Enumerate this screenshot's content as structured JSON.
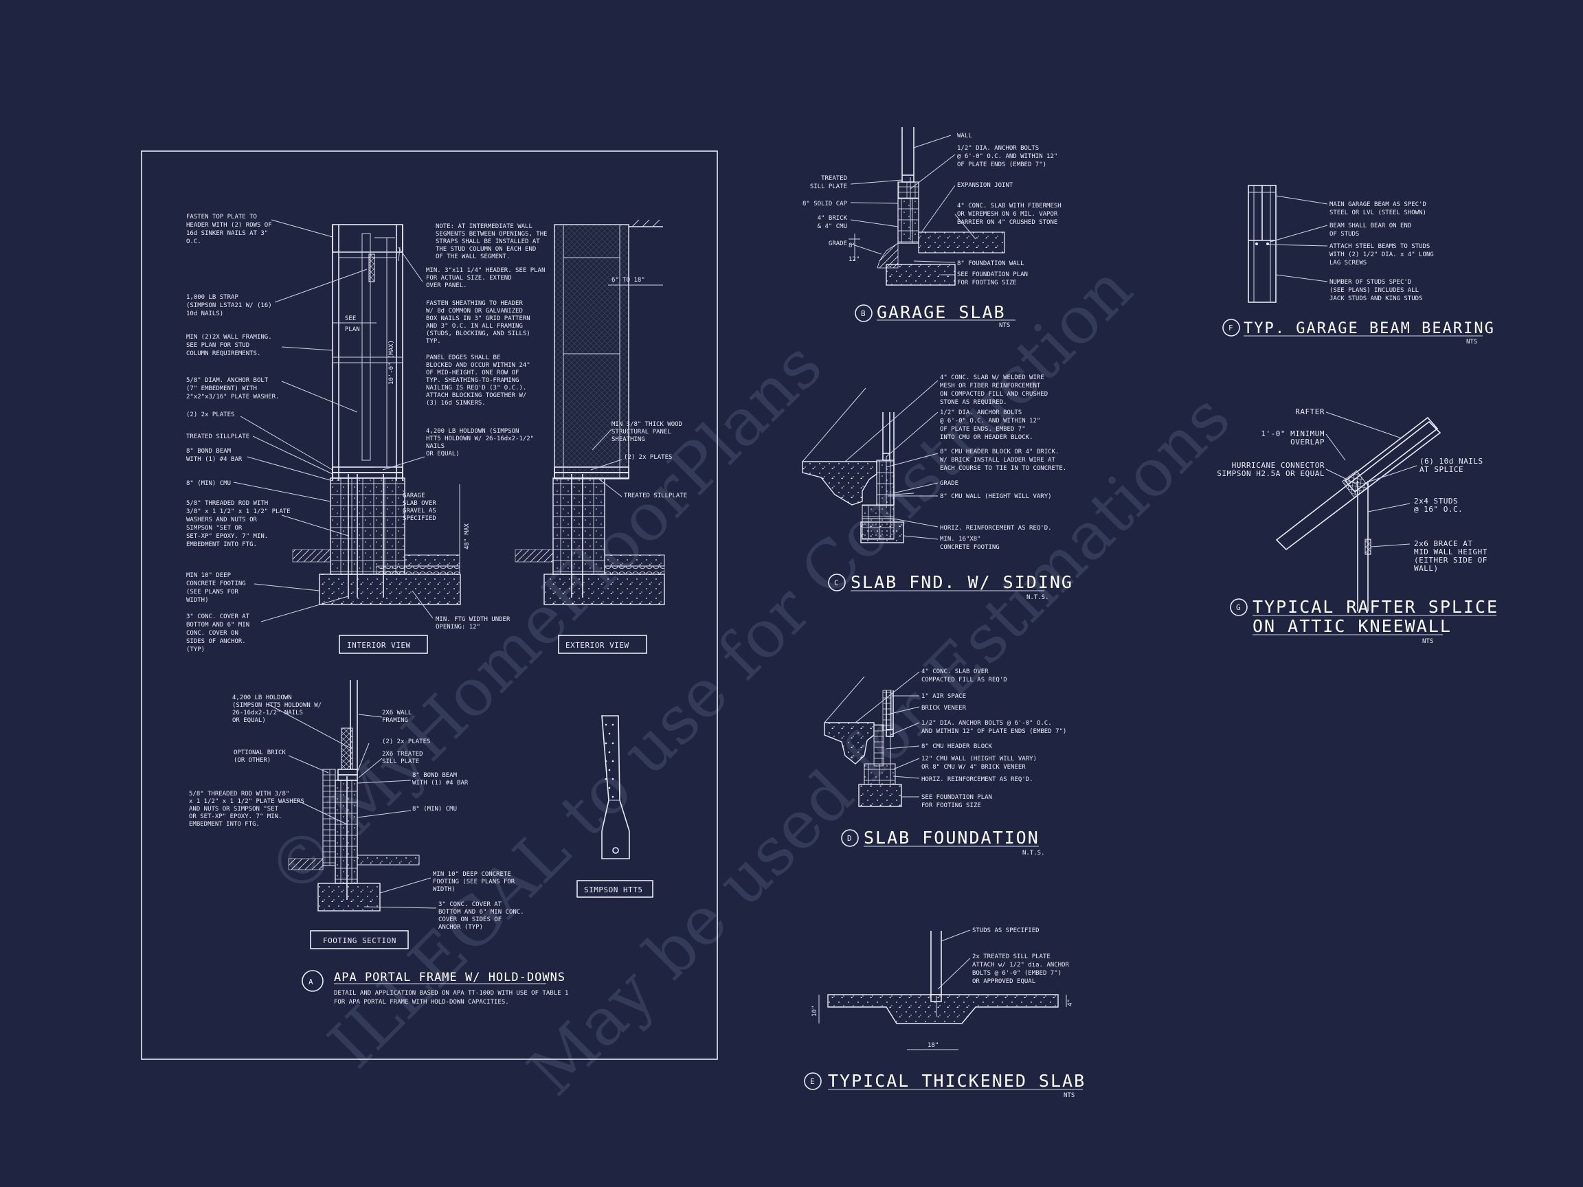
{
  "watermark": {
    "line1": "© MyHomeFloorPlans",
    "line2": "ILLEGAL to use for Construction",
    "line3": "May be used for Estimations"
  },
  "detail_a": {
    "tag": "A",
    "title": "APA PORTAL FRAME W/ HOLD-DOWNS",
    "desc1": "DETAIL AND APPLICATION BASED ON APA TT-100D WITH USE OF TABLE 1",
    "desc2": "FOR APA PORTAL FRAME WITH HOLD-DOWN CAPACITIES.",
    "interior_view": "INTERIOR VIEW",
    "exterior_view": "EXTERIOR VIEW",
    "footing_section": "FOOTING SECTION",
    "simpson_htt5": "SIMPSON HTT5",
    "see_plan": [
      "SEE",
      "PLAN"
    ],
    "dim_10": "10'-0\" (MAX)",
    "dim_48": "48\" MAX",
    "dim_6to18": "6\" TO 18\"",
    "interior_notes": [
      [
        "FASTEN TOP PLATE TO",
        "HEADER WITH (2) ROWS OF",
        "16d SINKER NAILS AT 3\"",
        "O.C."
      ],
      [
        "1,000 LB STRAP",
        "(SIMPSON LSTA21 W/ (16)",
        "10d NAILS)"
      ],
      [
        "MIN (2)2X WALL FRAMING.",
        "SEE PLAN FOR STUD",
        "COLUMN REQUIREMENTS."
      ],
      [
        "5/8\" DIAM. ANCHOR BOLT",
        "(7\" EMBEDMENT) WITH",
        "2\"x2\"x3/16\" PLATE WASHER."
      ],
      [
        "(2) 2x PLATES"
      ],
      [
        "TREATED SILLPLATE"
      ],
      [
        "8\" BOND BEAM",
        "WITH (1) #4 BAR"
      ],
      [
        "8\" (MIN) CMU"
      ],
      [
        "5/8\" THREADED ROD WITH",
        "3/8\" x 1 1/2\" x 1 1/2\" PLATE",
        "WASHERS AND NUTS OR",
        "SIMPSON \"SET OR",
        "SET-XP\" EPOXY. 7\" MIN.",
        "EMBEDMENT INTO FTG."
      ],
      [
        "MIN 10\" DEEP",
        "CONCRETE FOOTING",
        "(SEE PLANS FOR",
        "WIDTH)"
      ],
      [
        "3\" CONC. COVER AT",
        "BOTTOM AND 6\" MIN",
        "CONC. COVER ON",
        "SIDES OF ANCHOR.",
        "(TYP)"
      ]
    ],
    "center_notes": [
      [
        "NOTE: AT INTERMEDIATE WALL",
        "SEGMENTS BETWEEN OPENINGS, THE",
        "STRAPS SHALL BE INSTALLED AT",
        "THE STUD COLUMN ON EACH END",
        "OF THE WALL SEGMENT."
      ],
      [
        "MIN. 3\"x11 1/4\" HEADER. SEE PLAN",
        "FOR ACTUAL SIZE. EXTEND",
        "OVER PANEL."
      ],
      [
        "FASTEN SHEATHING TO HEADER",
        "W/ 8d COMMON OR GALVANIZED",
        "BOX NAILS IN 3\" GRID PATTERN",
        "AND 3\" O.C. IN ALL FRAMING",
        "(STUDS, BLOCKING, AND SILLS)",
        "TYP."
      ],
      [
        "PANEL EDGES SHALL BE",
        "BLOCKED AND OCCUR WITHIN 24\"",
        "OF MID-HEIGHT. ONE ROW OF",
        "TYP. SHEATHING-TO-FRAMING",
        "NAILING IS REQ'D (3\" O.C.).",
        "ATTACH BLOCKING TOGETHER W/",
        "(3) 16d SINKERS."
      ],
      [
        "4,200 LB HOLDOWN (SIMPSON",
        "HTT5 HOLDOWN W/ 26-16dx2-1/2\"",
        "NAILS",
        "OR EQUAL)"
      ],
      [
        "GARAGE",
        "SLAB OVER",
        "GRAVEL AS",
        "SPECIFIED"
      ],
      [
        "MIN. FTG WIDTH UNDER",
        "OPENING: 12\""
      ]
    ],
    "exterior_notes": [
      [
        "MIN 3/8\" THICK WOOD",
        "STRUCTURAL PANEL",
        "SHEATHING"
      ],
      [
        "(2) 2x PLATES"
      ],
      [
        "TREATED SILLPLATE"
      ]
    ],
    "footing_notes": [
      [
        "4,200 LB HOLDOWN",
        "(SIMPSON HTT5 HOLDOWN W/",
        "26-16dx2-1/2\" NAILS",
        "OR EQUAL)"
      ],
      [
        "2X6 WALL",
        "FRAMING"
      ],
      [
        "(2) 2x PLATES"
      ],
      [
        "2X6 TREATED",
        "SILL PLATE"
      ],
      [
        "OPTIONAL BRICK",
        "(OR OTHER)"
      ],
      [
        "8\" BOND BEAM",
        "WITH (1) #4 BAR"
      ],
      [
        "5/8\" THREADED ROD WITH 3/8\"",
        "x 1 1/2\" x 1 1/2\" PLATE WASHERS",
        "AND NUTS OR SIMPSON \"SET",
        "OR SET-XP\" EPOXY. 7\" MIN.",
        "EMBEDMENT INTO FTG."
      ],
      [
        "8\" (MIN) CMU"
      ],
      [
        "MIN 10\" DEEP CONCRETE",
        "FOOTING (SEE PLANS FOR",
        "WIDTH)"
      ],
      [
        "3\" CONC. COVER AT",
        "BOTTOM AND 6\" MIN CONC.",
        "COVER ON SIDES OF",
        "ANCHOR (TYP)"
      ]
    ]
  },
  "detail_b": {
    "tag": "B",
    "title": "GARAGE SLAB",
    "scale": "NTS",
    "dim_8": "8\"",
    "dim_12": "12\"",
    "notes_left": [
      [
        "TREATED",
        "SILL PLATE"
      ],
      [
        "8\" SOLID CAP"
      ],
      [
        "4\" BRICK",
        "& 4\" CMU"
      ],
      [
        "GRADE"
      ]
    ],
    "notes_right": [
      [
        "WALL"
      ],
      [
        "1/2\" DIA. ANCHOR BOLTS",
        "@ 6'-0\" O.C. AND WITHIN 12\"",
        "OF PLATE ENDS (EMBED 7\")"
      ],
      [
        "EXPANSION JOINT"
      ],
      [
        "4\" CONC. SLAB WITH FIBERMESH",
        "OR WIREMESH ON 6 MIL. VAPOR",
        "BARRIER ON 4\" CRUSHED STONE"
      ],
      [
        "8\" FOUNDATION WALL"
      ],
      [
        "SEE FOUNDATION PLAN",
        "FOR FOOTING SIZE"
      ]
    ]
  },
  "detail_c": {
    "tag": "C",
    "title": "SLAB FND. W/ SIDING",
    "scale": "N.T.S.",
    "notes": [
      [
        "4\" CONC. SLAB W/ WELDED WIRE",
        "MESH OR FIBER REINFORCEMENT",
        "ON COMPACTED FILL AND CRUSHED",
        "STONE AS REQUIRED."
      ],
      [
        "1/2\" DIA. ANCHOR BOLTS",
        "@ 6'-0\" O.C. AND WITHIN 12\"",
        "OF PLATE ENDS. EMBED 7\"",
        "INTO CMU OR HEADER BLOCK."
      ],
      [
        "8\" CMU HEADER BLOCK OR 4\" BRICK.",
        "W/ BRICK INSTALL LADDER WIRE AT",
        "EACH COURSE TO TIE IN TO CONCRETE."
      ],
      [
        "GRADE"
      ],
      [
        "8\" CMU WALL (HEIGHT WILL VARY)"
      ],
      [
        "HORIZ. REINFORCEMENT AS REQ'D."
      ],
      [
        "MIN. 16\"X8\"",
        "CONCRETE FOOTING"
      ]
    ]
  },
  "detail_d": {
    "tag": "D",
    "title": "SLAB FOUNDATION",
    "scale": "N.T.S.",
    "notes": [
      [
        "4\" CONC. SLAB OVER",
        "COMPACTED FILL AS REQ'D"
      ],
      [
        "1\" AIR SPACE"
      ],
      [
        "BRICK VENEER"
      ],
      [
        "1/2\" DIA. ANCHOR BOLTS @ 6'-0\" O.C.",
        "AND WITHIN 12\" OF PLATE ENDS (EMBED 7\")"
      ],
      [
        "8\" CMU HEADER BLOCK"
      ],
      [
        "12\" CMU WALL (HEIGHT WILL VARY)",
        "OR 8\" CMU W/ 4\" BRICK VENEER"
      ],
      [
        "HORIZ. REINFORCEMENT AS REQ'D."
      ],
      [
        "SEE FOUNDATION PLAN",
        "FOR FOOTING SIZE"
      ]
    ]
  },
  "detail_e": {
    "tag": "E",
    "title": "TYPICAL THICKENED SLAB",
    "scale": "NTS",
    "dim_10": "10\"",
    "dim_4": "4\"",
    "dim_18": "18\"",
    "notes": [
      [
        "STUDS AS SPECIFIED"
      ],
      [
        "2x TREATED SILL PLATE",
        "ATTACH w/ 1/2\" dia. ANCHOR",
        "BOLTS @ 6'-0\" (EMBED 7\")",
        "OR APPROVED EQUAL"
      ]
    ]
  },
  "detail_f": {
    "tag": "F",
    "title": "TYP. GARAGE BEAM BEARING",
    "scale": "NTS",
    "notes": [
      [
        "MAIN GARAGE BEAM AS SPEC'D",
        "STEEL OR LVL (STEEL SHOWN)"
      ],
      [
        "BEAM SHALL BEAR ON END",
        "OF STUDS"
      ],
      [
        "ATTACH STEEL BEAMS TO STUDS",
        "WITH (2) 1/2\" DIA. x 4\" LONG",
        "LAG SCREWS"
      ],
      [
        "NUMBER OF STUDS SPEC'D",
        "(SEE PLANS) INCLUDES ALL",
        "JACK STUDS AND KING STUDS"
      ]
    ]
  },
  "detail_g": {
    "tag": "G",
    "title_line1": "TYPICAL RAFTER SPLICE",
    "title_line2": "ON ATTIC KNEEWALL",
    "scale": "NTS",
    "notes_left": [
      [
        "RAFTER"
      ],
      [
        "1'-0\" MINIMUM",
        "OVERLAP"
      ],
      [
        "HURRICANE CONNECTOR",
        "SIMPSON H2.5A OR EQUAL"
      ]
    ],
    "notes_right": [
      [
        "(6) 10d NAILS",
        "AT SPLICE"
      ],
      [
        "2x4 STUDS",
        "@ 16\" O.C."
      ],
      [
        "2x6 BRACE AT",
        "MID WALL HEIGHT",
        "(EITHER SIDE OF",
        "WALL)"
      ]
    ]
  }
}
